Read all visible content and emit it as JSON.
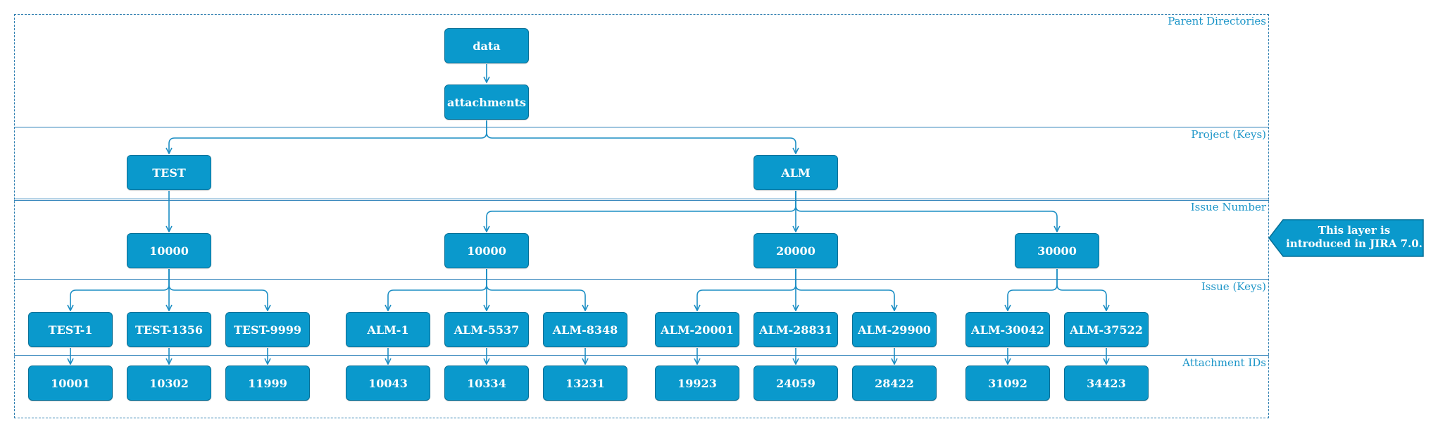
{
  "layers": {
    "parent_directories": "Parent Directories",
    "project_keys": "Project (Keys)",
    "issue_number": "Issue Number",
    "issue_keys": "Issue (Keys)",
    "attachment_ids": "Attachment IDs"
  },
  "callout": {
    "line1": "This layer is",
    "line2": "introduced in JIRA 7.0."
  },
  "nodes": {
    "data": "data",
    "attachments": "attachments",
    "test": "TEST",
    "alm": "ALM",
    "test_10000": "10000",
    "alm_10000": "10000",
    "alm_20000": "20000",
    "alm_30000": "30000",
    "test_1": "TEST-1",
    "test_1356": "TEST-1356",
    "test_9999": "TEST-9999",
    "alm_1": "ALM-1",
    "alm_5537": "ALM-5537",
    "alm_8348": "ALM-8348",
    "alm_20001": "ALM-20001",
    "alm_28831": "ALM-28831",
    "alm_29900": "ALM-29900",
    "alm_30042": "ALM-30042",
    "alm_37522": "ALM-37522",
    "att_10001": "10001",
    "att_10302": "10302",
    "att_11999": "11999",
    "att_10043": "10043",
    "att_10334": "10334",
    "att_13231": "13231",
    "att_19923": "19923",
    "att_24059": "24059",
    "att_28422": "28422",
    "att_31092": "31092",
    "att_34423": "34423"
  },
  "colors": {
    "node_fill": "#0a99cc",
    "node_border": "#066f96",
    "edge": "#1b8ec4",
    "label": "#1b95c8"
  }
}
